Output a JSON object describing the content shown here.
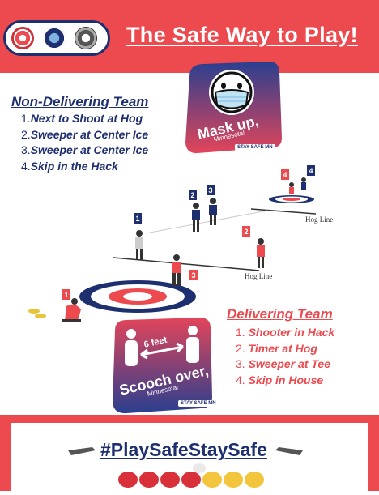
{
  "header": {
    "title": "The Safe Way to Play!"
  },
  "non_delivering": {
    "heading": "Non-Delivering Team",
    "items": [
      {
        "num": "1.",
        "text": "Next to Shoot at Hog"
      },
      {
        "num": "2.",
        "text": "Sweeper at Center Ice"
      },
      {
        "num": "3.",
        "text": "Sweeper at Center Ice"
      },
      {
        "num": "4.",
        "text": "Skip in the Hack"
      }
    ]
  },
  "delivering": {
    "heading": "Delivering Team",
    "items": [
      {
        "num": "1.",
        "text": "Shooter in Hack"
      },
      {
        "num": "2.",
        "text": "Timer at Hog"
      },
      {
        "num": "3.",
        "text": "Sweeper at Tee"
      },
      {
        "num": "4.",
        "text": "Skip in House"
      }
    ]
  },
  "mask_badge": {
    "line1": "Mask up,",
    "line2": "Minnesota!",
    "stay_safe": "STAY SAFE MN"
  },
  "scooch_badge": {
    "distance": "6 feet",
    "line1": "Scooch over,",
    "line2": "Minnesota!",
    "stay_safe": "STAY SAFE MN"
  },
  "diagram": {
    "hog_line_right": "Hog Line",
    "hog_line_center": "Hog Line",
    "tags": [
      "1",
      "2",
      "3",
      "4",
      "2",
      "3",
      "1",
      "4"
    ]
  },
  "footer": {
    "hashtag": "#PlaySafeStaySafe"
  },
  "colors": {
    "red": "#ec4a4f",
    "navy": "#1e2f6f",
    "badge_gradient_top": "#2a3f8f",
    "badge_gradient_bottom": "#e2455a"
  }
}
